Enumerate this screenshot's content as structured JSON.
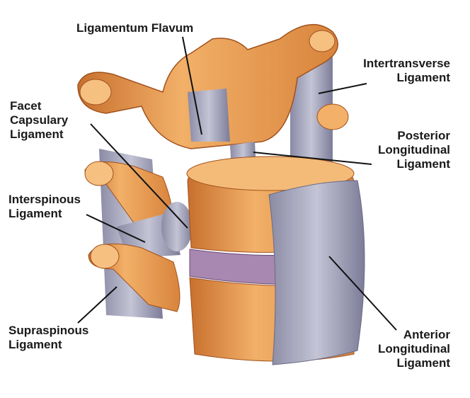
{
  "labels": {
    "ligamentum_flavum": "Ligamentum Flavum",
    "intertransverse": [
      "Intertransverse",
      "Ligament"
    ],
    "facet_capsulary": [
      "Facet",
      "Capsulary",
      "Ligament"
    ],
    "posterior_longitudinal": [
      "Posterior",
      "Longitudinal",
      "Ligament"
    ],
    "interspinous": [
      "Interspinous",
      "Ligament"
    ],
    "supraspinous": [
      "Supraspinous",
      "Ligament"
    ],
    "anterior_longitudinal": [
      "Anterior",
      "Longitudinal",
      "Ligament"
    ]
  },
  "colors": {
    "bone": "#eda45a",
    "bone_shadow": "#c0682a",
    "bone_light": "#f8cc8c",
    "ligament": "#9c9cb4",
    "ligament_light": "#c8c8d8",
    "disc": "#a888b0"
  }
}
